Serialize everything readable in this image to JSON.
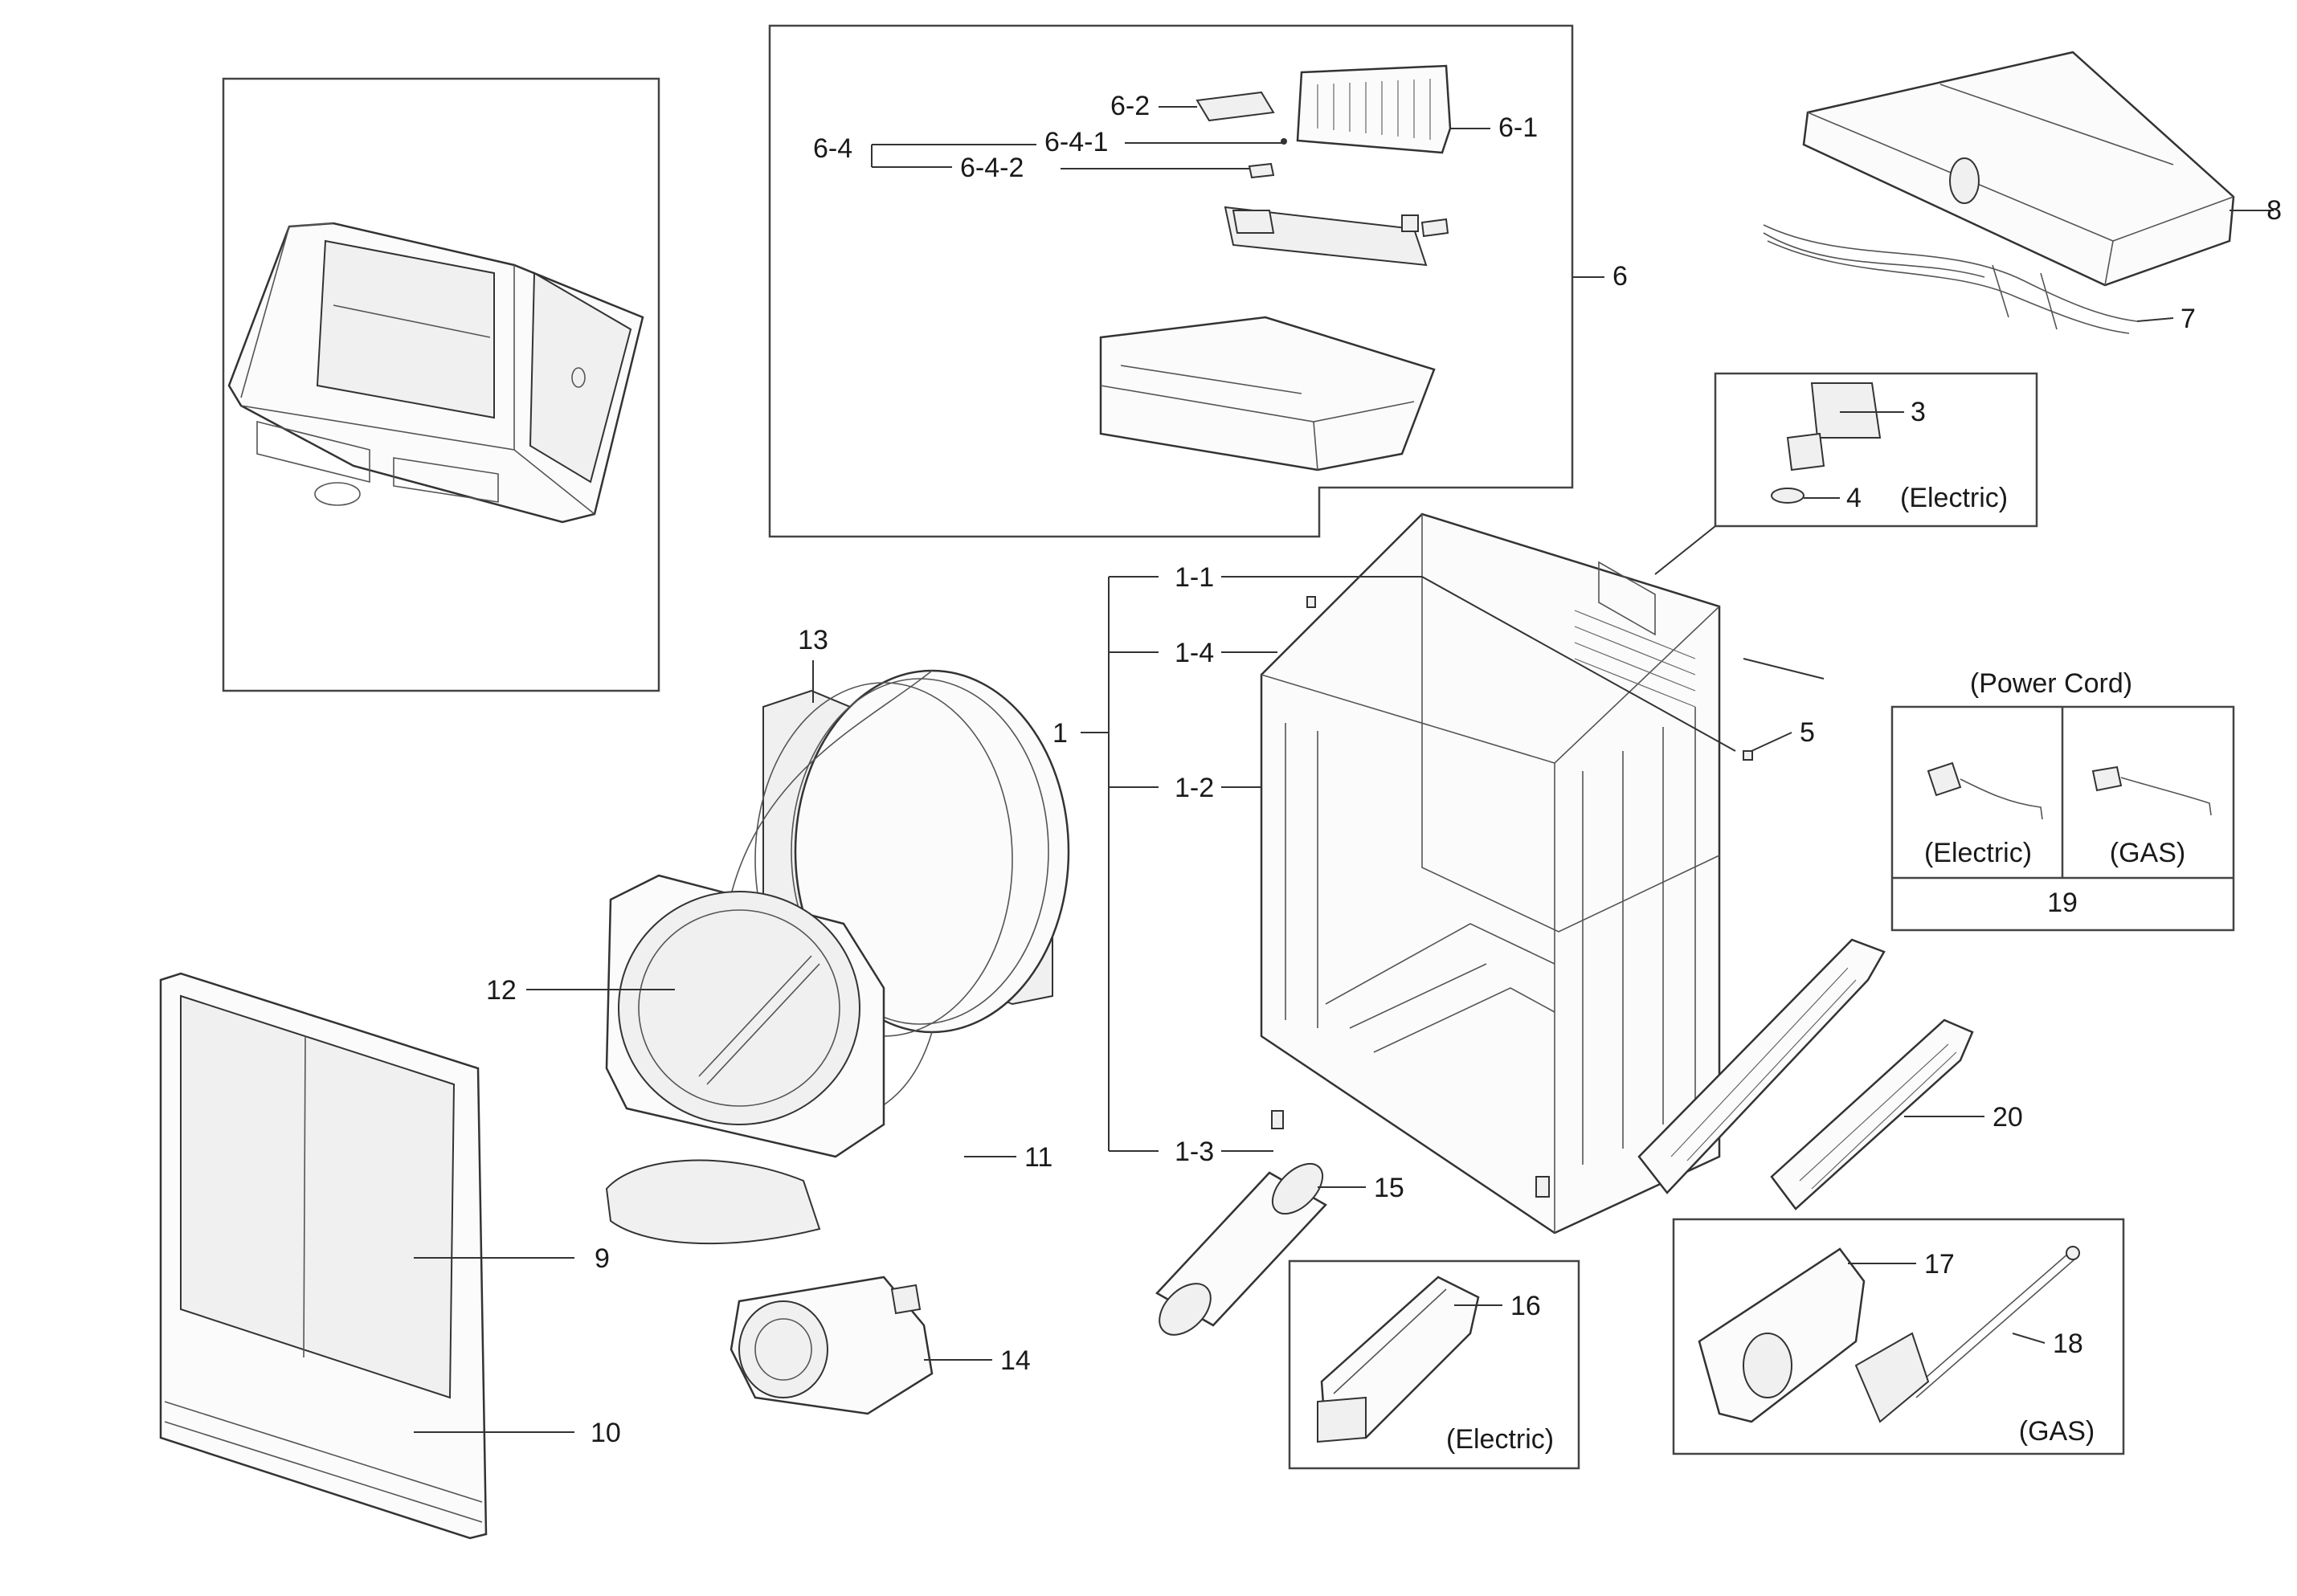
{
  "callouts": {
    "c6_2": "6-2",
    "c6_1": "6-1",
    "c6_4": "6-4",
    "c6_4_1": "6-4-1",
    "c6_4_2": "6-4-2",
    "c6": "6",
    "c8": "8",
    "c7": "7",
    "c3": "3",
    "c4": "4",
    "c1_1": "1-1",
    "c1_4": "1-4",
    "c1": "1",
    "c1_2": "1-2",
    "c1_3": "1-3",
    "c5": "5",
    "c13": "13",
    "c12": "12",
    "c11": "11",
    "c9": "9",
    "c10": "10",
    "c14": "14",
    "c15": "15",
    "c16": "16",
    "c17": "17",
    "c18": "18",
    "c19": "19",
    "c20": "20"
  },
  "notes": {
    "electric_heater_kit": "(Electric)",
    "power_cord_title": "(Power Cord)",
    "power_cord_electric": "(Electric)",
    "power_cord_gas": "(GAS)",
    "heater_electric": "(Electric)",
    "burner_gas": "(GAS)"
  }
}
